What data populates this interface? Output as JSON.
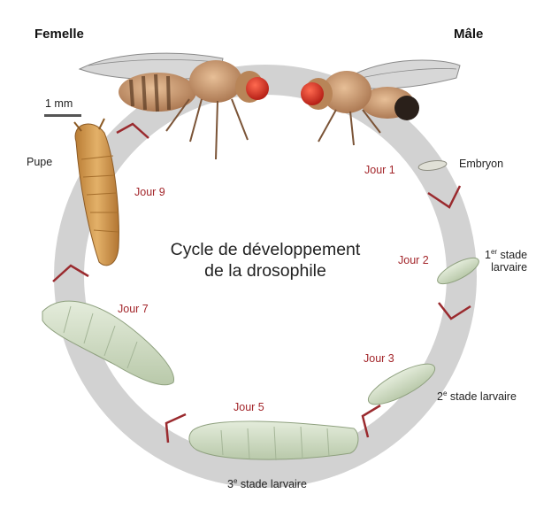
{
  "title": {
    "line1": "Cycle de développement",
    "line2": "de la drosophile"
  },
  "sex_labels": {
    "female": "Femelle",
    "male": "Mâle"
  },
  "scale": {
    "label": "1 mm"
  },
  "stages": {
    "embryo": "Embryon",
    "larva1_sup": "er",
    "larva1_line1": " stade",
    "larva1_line2": "larvaire",
    "larva1_num": "1",
    "larva2_num": "2",
    "larva2_sup": "e",
    "larva2_rest": " stade larvaire",
    "larva3_num": "3",
    "larva3_sup": "e",
    "larva3_rest": " stade larvaire",
    "pupa": "Pupe"
  },
  "days": {
    "d1": "Jour 1",
    "d2": "Jour 2",
    "d3": "Jour 3",
    "d5": "Jour 5",
    "d7": "Jour 7",
    "d9": "Jour 9"
  },
  "colors": {
    "cycle_ring": "#d2d2d2",
    "chevron": "#9a2a2e",
    "day_text": "#a3262b",
    "fly_body": "#c8946a",
    "fly_eye": "#d0261c",
    "larva": "#cfdcc2",
    "pupa": "#d29a48"
  },
  "icons": {
    "female_fly": "drosophila-female-icon",
    "male_fly": "drosophila-male-icon",
    "embryo": "embryo-icon",
    "larva": "larva-icon",
    "pupa": "pupa-icon"
  }
}
